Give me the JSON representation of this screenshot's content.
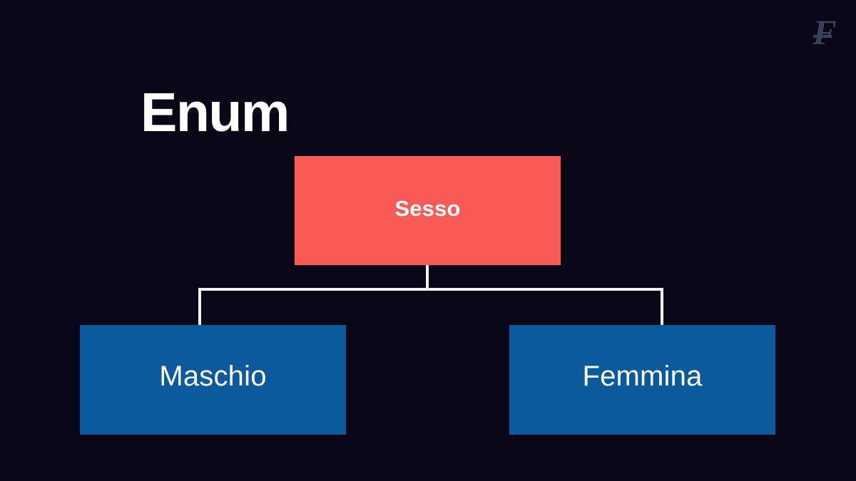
{
  "slide": {
    "background_color": "#090618",
    "title": "Enum",
    "title_color": "#ffffff"
  },
  "brand": {
    "logo_glyph": "F",
    "logo_name": "script-f-logo",
    "logo_color": "#3a4058"
  },
  "diagram": {
    "type": "enum-hierarchy",
    "connector_color": "#f2f2f2",
    "root": {
      "label": "Sesso",
      "fill_color": "#fa5a55",
      "text_color": "#ffffff"
    },
    "leaves": [
      {
        "label": "Maschio",
        "fill_color": "#0b5a9e",
        "text_color": "#ffffff"
      },
      {
        "label": "Femmina",
        "fill_color": "#0b5a9e",
        "text_color": "#ffffff"
      }
    ]
  }
}
